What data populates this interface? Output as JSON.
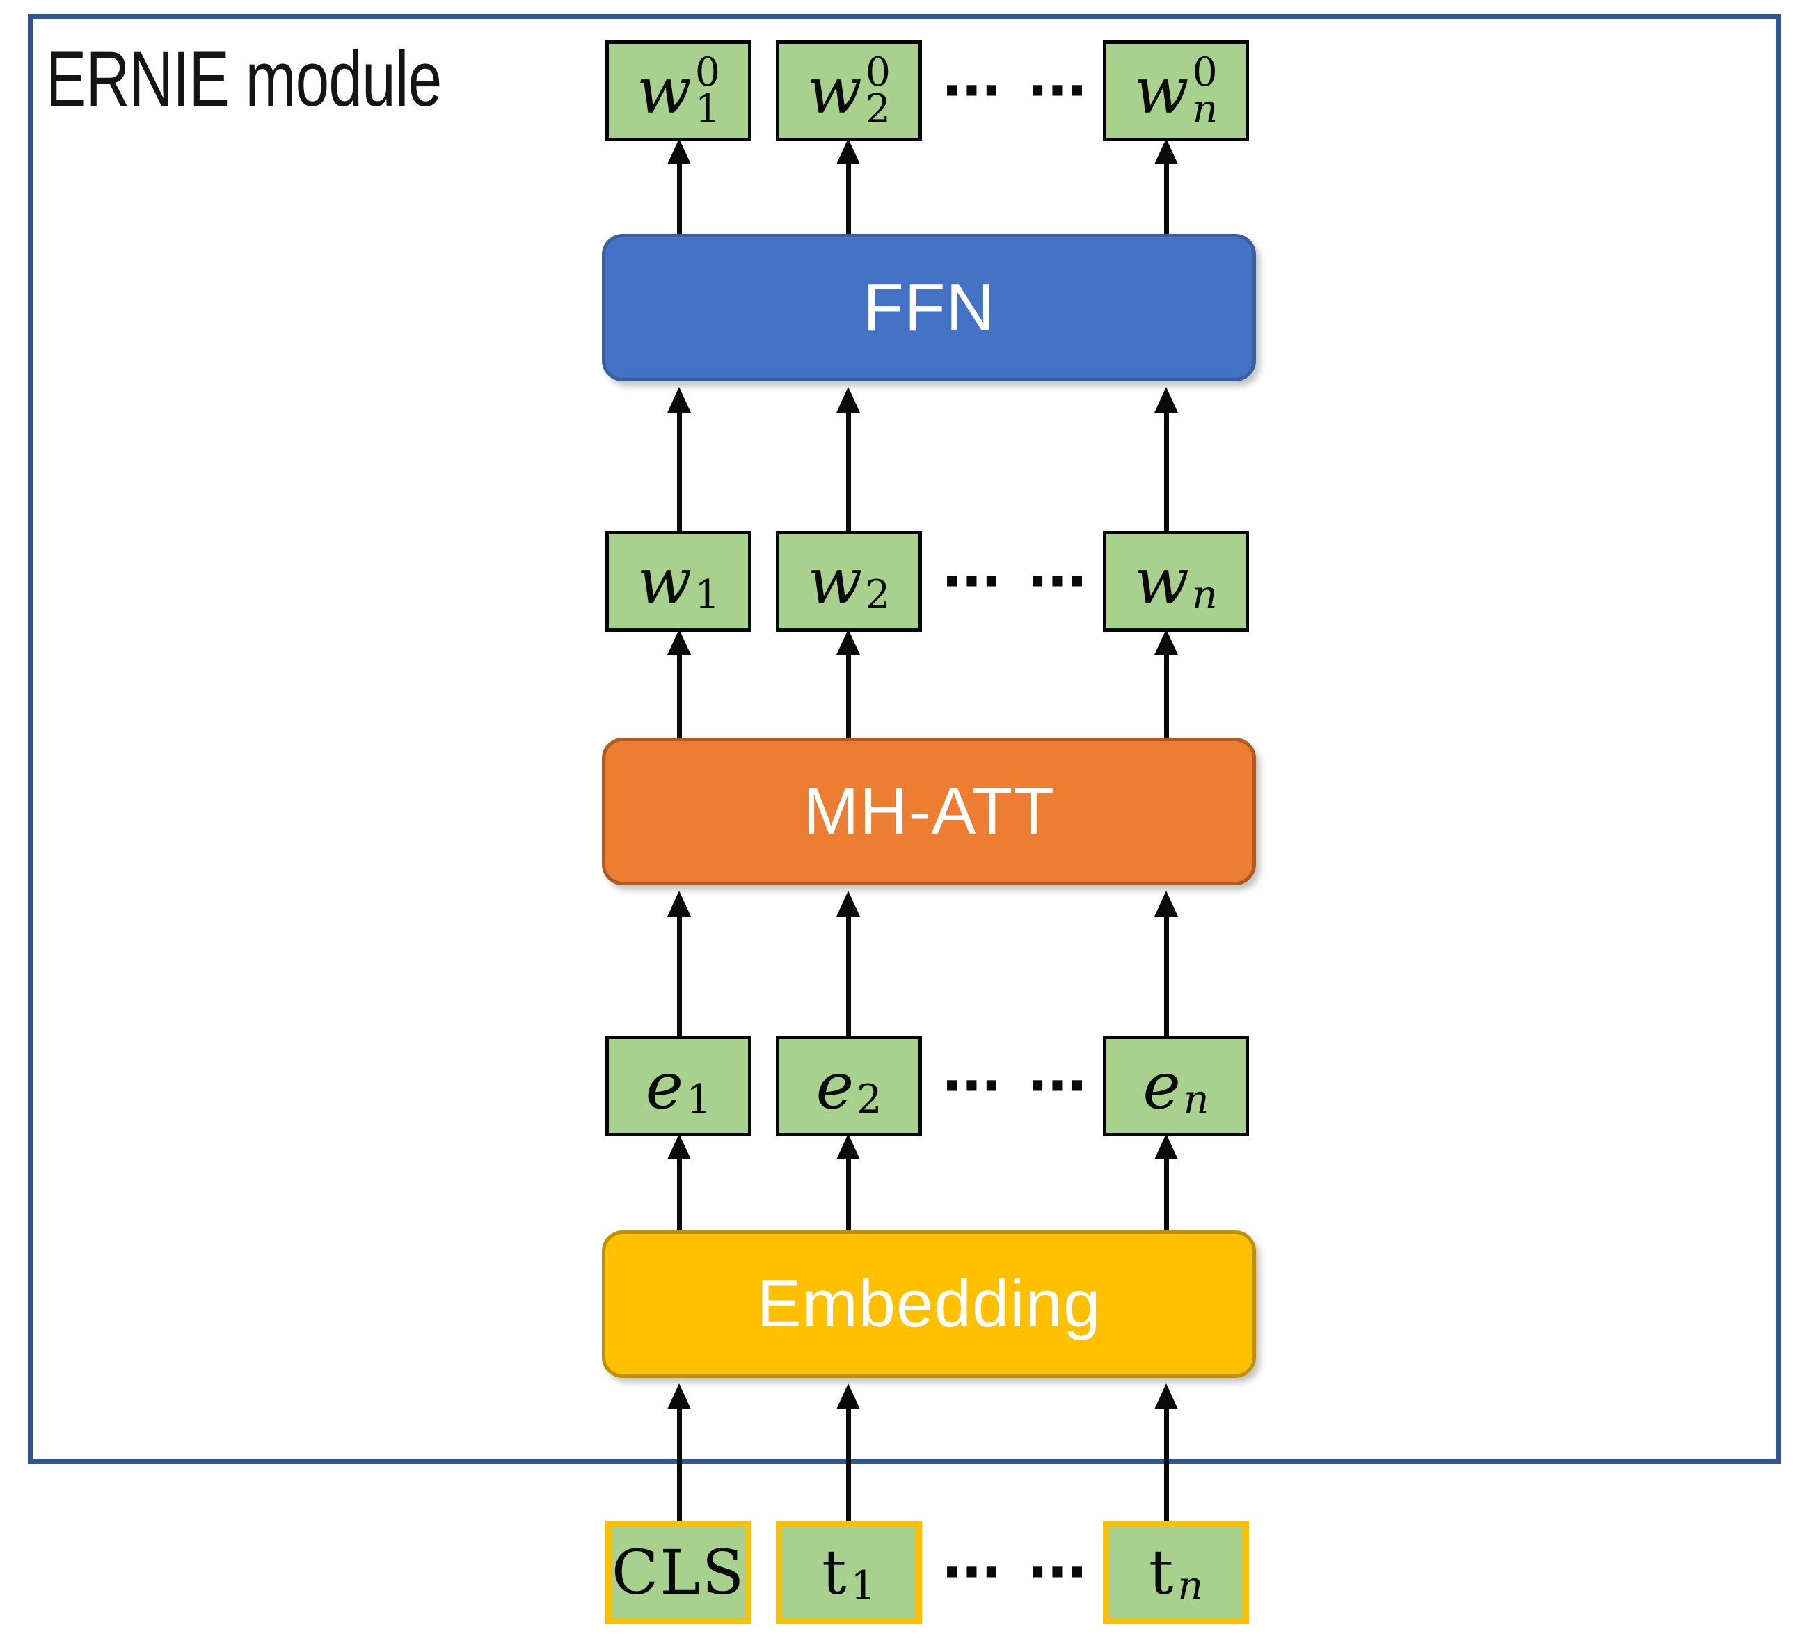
{
  "frame": {
    "title": "ERNIE module"
  },
  "blocks": {
    "ffn": {
      "label": "FFN"
    },
    "mhatt": {
      "label": "MH-ATT"
    },
    "embedding": {
      "label": "Embedding"
    }
  },
  "rows": {
    "w0": {
      "boxes": [
        {
          "base": "w",
          "sup": "0",
          "sub": "1"
        },
        {
          "base": "w",
          "sup": "0",
          "sub": "2"
        },
        {
          "base": "w",
          "sup": "0",
          "sub": "n"
        }
      ],
      "dots": "··· ···"
    },
    "w": {
      "boxes": [
        {
          "base": "w",
          "sub": "1"
        },
        {
          "base": "w",
          "sub": "2"
        },
        {
          "base": "w",
          "sub": "n"
        }
      ],
      "dots": "··· ···"
    },
    "e": {
      "boxes": [
        {
          "base": "e",
          "sub": "1"
        },
        {
          "base": "e",
          "sub": "2"
        },
        {
          "base": "e",
          "sub": "n"
        }
      ],
      "dots": "··· ···"
    },
    "tokens": {
      "boxes": [
        {
          "base": "CLS"
        },
        {
          "base": "t",
          "sub": "1"
        },
        {
          "base": "t",
          "sub": "n"
        }
      ],
      "dots": "··· ···"
    }
  },
  "colors": {
    "frame_border": "#31548E",
    "green_box_fill": "#A9D18E",
    "green_box_border": "#050505",
    "ffn_fill": "#4472C4",
    "ffn_border": "#3B5F9E",
    "mhatt_fill": "#ED7D31",
    "mhatt_border": "#AE5A21",
    "embedding_fill": "#FFC000",
    "embedding_border": "#BF9000",
    "token_box_border": "#FFC000",
    "arrow_color": "#0a0a0a",
    "block_text": "#FFFFFF",
    "title_text": "#151515"
  }
}
